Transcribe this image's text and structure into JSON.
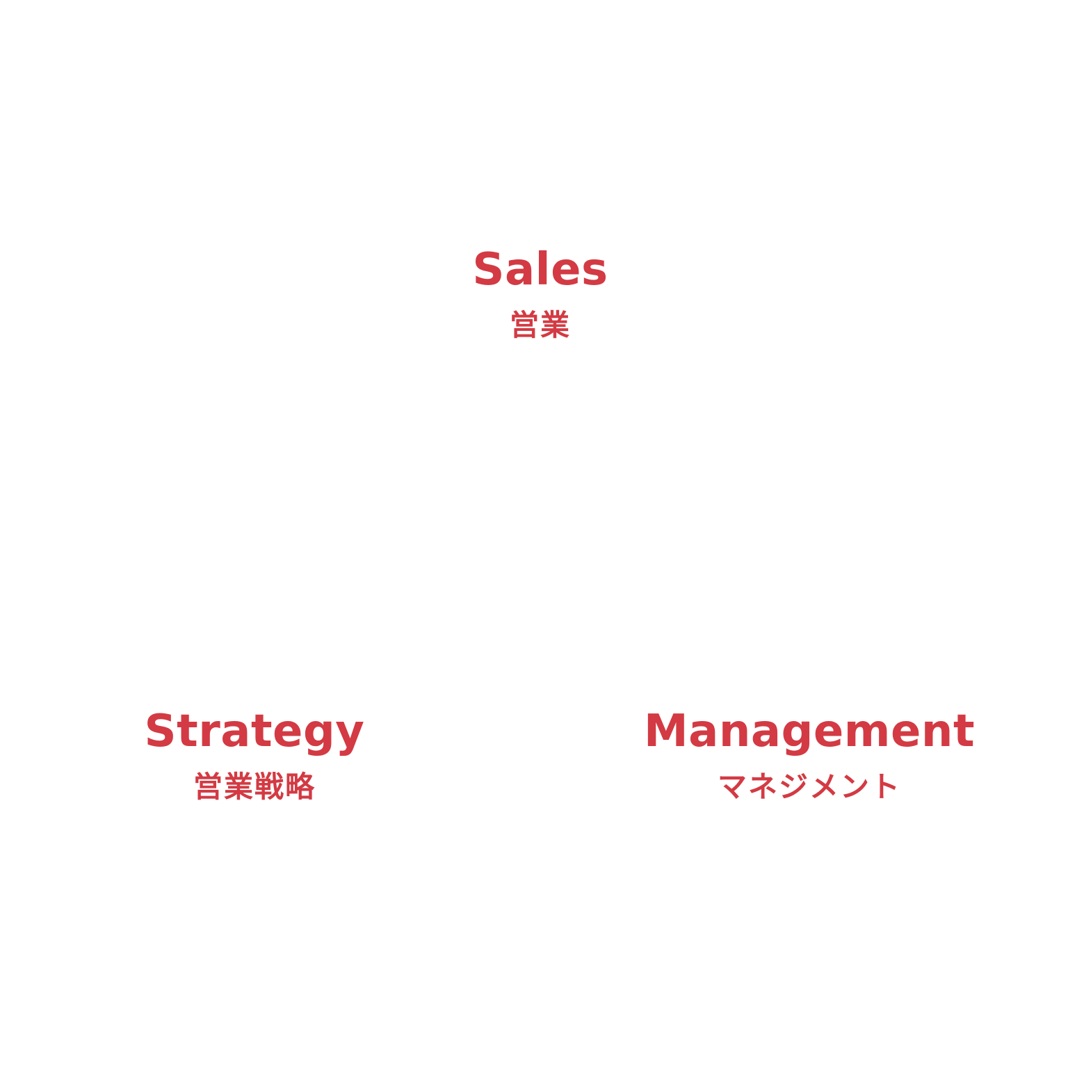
{
  "colors": {
    "background": "#ffffff",
    "accent": "#d33a43"
  },
  "nodes": {
    "sales": {
      "label_en": "Sales",
      "label_ja": "営業"
    },
    "strategy": {
      "label_en": "Strategy",
      "label_ja": "営業戦略"
    },
    "management": {
      "label_en": "Management",
      "label_ja": "マネジメント"
    }
  }
}
